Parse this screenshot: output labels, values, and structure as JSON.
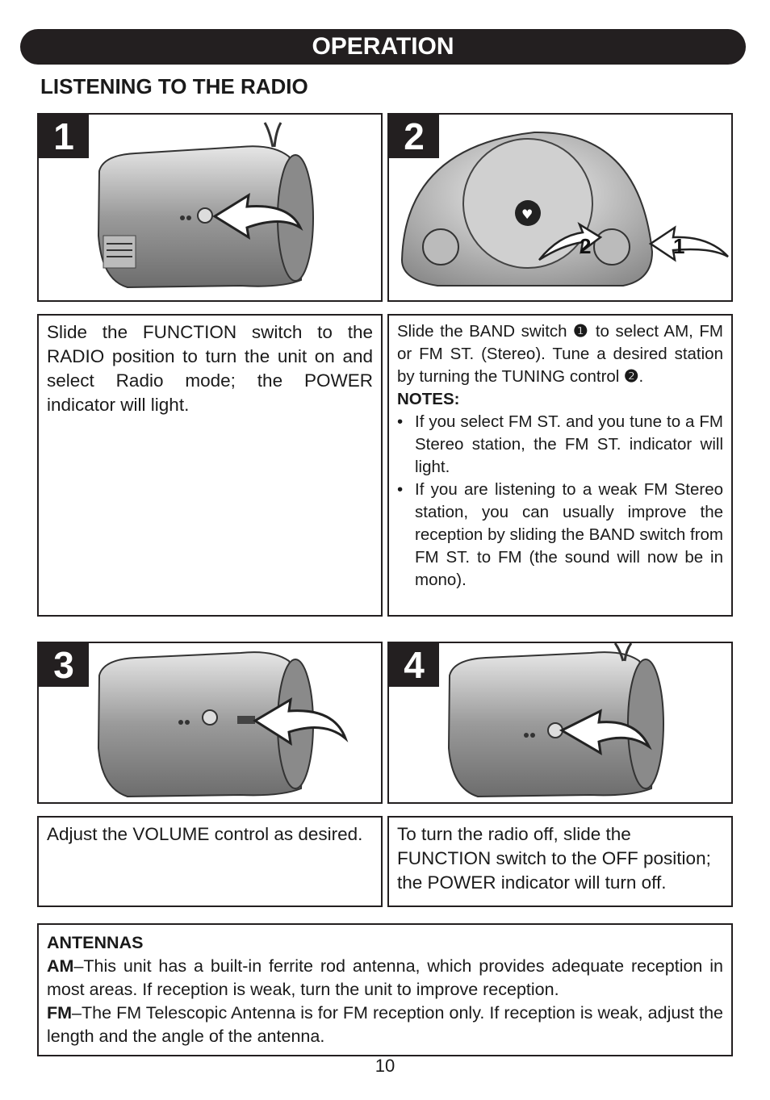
{
  "header": {
    "title": "OPERATION"
  },
  "section": {
    "title": "LISTENING TO THE RADIO"
  },
  "steps": [
    {
      "number": "1",
      "text": "Slide the FUNCTION switch to the RADIO position to turn the unit on and select Radio mode; the POWER indicator will light."
    },
    {
      "number": "2",
      "callouts": [
        "2",
        "1"
      ],
      "text_part1": "Slide the BAND switch ",
      "marker1": "❶",
      "text_part2": " to select AM, FM or FM ST. (Stereo). Tune a desired station by turning the TUNING control ",
      "marker2": "❷",
      "text_part3": ".",
      "notes_heading": "NOTES:",
      "notes": [
        "If you select FM ST. and you tune to a FM Stereo station, the FM ST. indicator will light.",
        "If you are listening to a weak FM Stereo station, you can usually improve the reception by sliding the BAND switch from FM ST. to FM (the sound will now be in mono)."
      ]
    },
    {
      "number": "3",
      "text": "Adjust the VOLUME control as desired."
    },
    {
      "number": "4",
      "text": "To turn the radio off, slide the FUNCTION switch to the OFF position; the POWER indicator will turn off."
    }
  ],
  "antennas": {
    "heading": "ANTENNAS",
    "am_label": "AM",
    "am_text": "–This unit has a built-in ferrite rod antenna, which provides adequate reception in most areas. If reception is weak, turn the unit to improve reception.",
    "fm_label": "FM",
    "fm_text": "–The FM Telescopic Antenna is for FM reception only. If reception is weak, adjust the length and the angle of the antenna."
  },
  "page_number": "10"
}
